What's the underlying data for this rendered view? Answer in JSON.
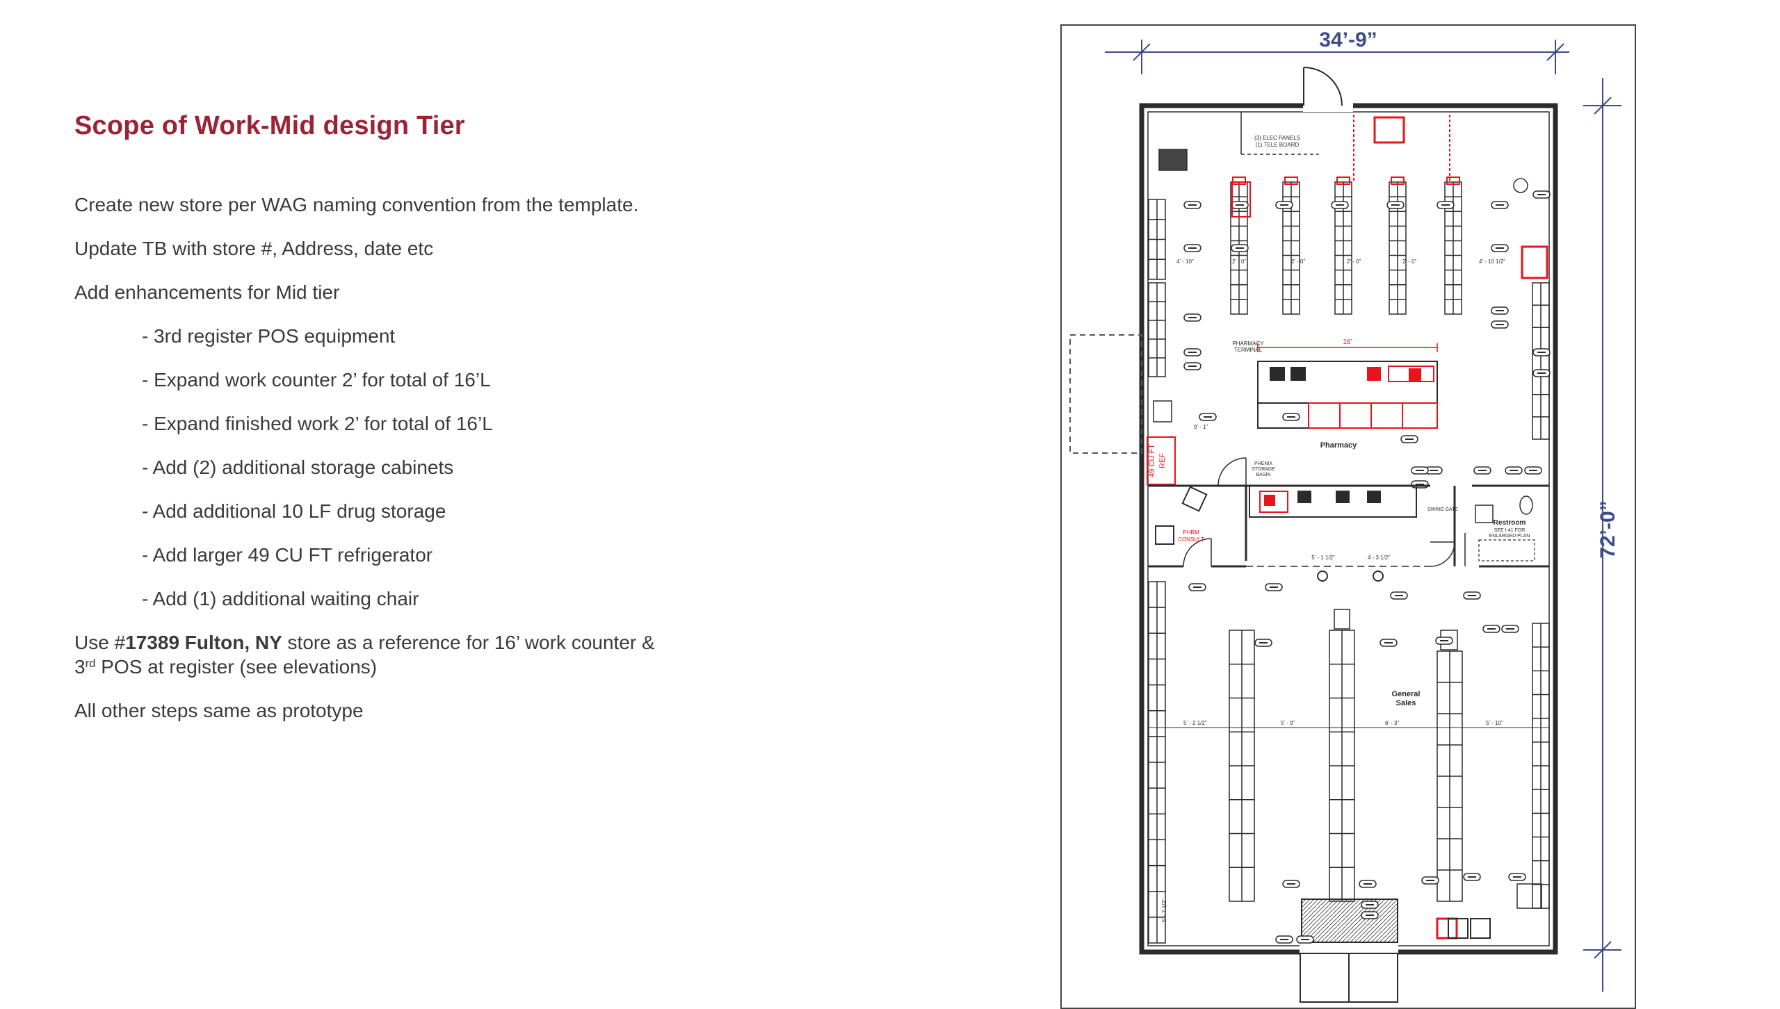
{
  "slide": {
    "title": "Scope of Work-Mid design Tier",
    "intro": [
      "Create new store per WAG naming convention from the template.",
      "Update TB with store #, Address, date etc",
      "Add enhancements for Mid tier"
    ],
    "enhancements": [
      "- 3rd register POS equipment",
      "- Expand work counter 2’ for total of 16’L",
      "- Expand finished work 2’ for total of 16’L",
      "- Add (2) additional storage cabinets",
      "- Add additional 10 LF drug storage",
      "- Add larger 49 CU FT refrigerator",
      "- Add (1) additional waiting chair"
    ],
    "reference": {
      "prefix": "Use #",
      "store": "17389 Fulton, NY",
      "middle": " store as a reference for 16’ work counter & 3",
      "sup": "rd",
      "suffix": " POS at register (see elevations)"
    },
    "closing": "All other steps same as prototype"
  },
  "floor_plan": {
    "width_dimension": "34’-9”",
    "depth_dimension": "72’-0”",
    "labels": {
      "pharmacy": "Pharmacy",
      "general_sales": "General",
      "general_sales_2": "Sales",
      "restroom": "Restroom",
      "restroom_note": "SEE I-41 FOR",
      "restroom_note_2": "ENLARGED PLAN",
      "refrigerator": "49 CU FT",
      "refrigerator_2": "REF",
      "phrm_consult": "PHRM",
      "phrm_consult_2": "CONSULT",
      "pharmacy_terminal": "PHARMACY",
      "pharmacy_terminal_2": "TERMINAL",
      "swing_gate": "SWING GATE",
      "rx_storage": "PHENIX",
      "rx_storage_2": "STORAGE",
      "rx_storage_3": "BASIN",
      "elec_panels": "(3) ELEC PANELS",
      "tele_board": "(1) TELE BOARD"
    },
    "dims": {
      "top_aisle": [
        "4’ - 10”",
        "2’ - 0”",
        "2’ - 0”",
        "2’ - 0”",
        "2’ - 0”",
        "4’ - 10 1/2”"
      ],
      "counter": "16’",
      "left_aisle": "9’ - 1”",
      "pharm_front": [
        "5’ - 1 1/2”",
        "4 - 3 1/2”"
      ],
      "sales_aisle": [
        "5’ - 2 1/2”",
        "5’ - 9”",
        "6’ - 3”",
        "5’ - 10”"
      ],
      "bottom_left": "5’ - 7 1/2”"
    },
    "colors": {
      "line": "#2b2b2b",
      "enhancement": "#e8141b",
      "dimension": "#3c4b8a"
    }
  }
}
